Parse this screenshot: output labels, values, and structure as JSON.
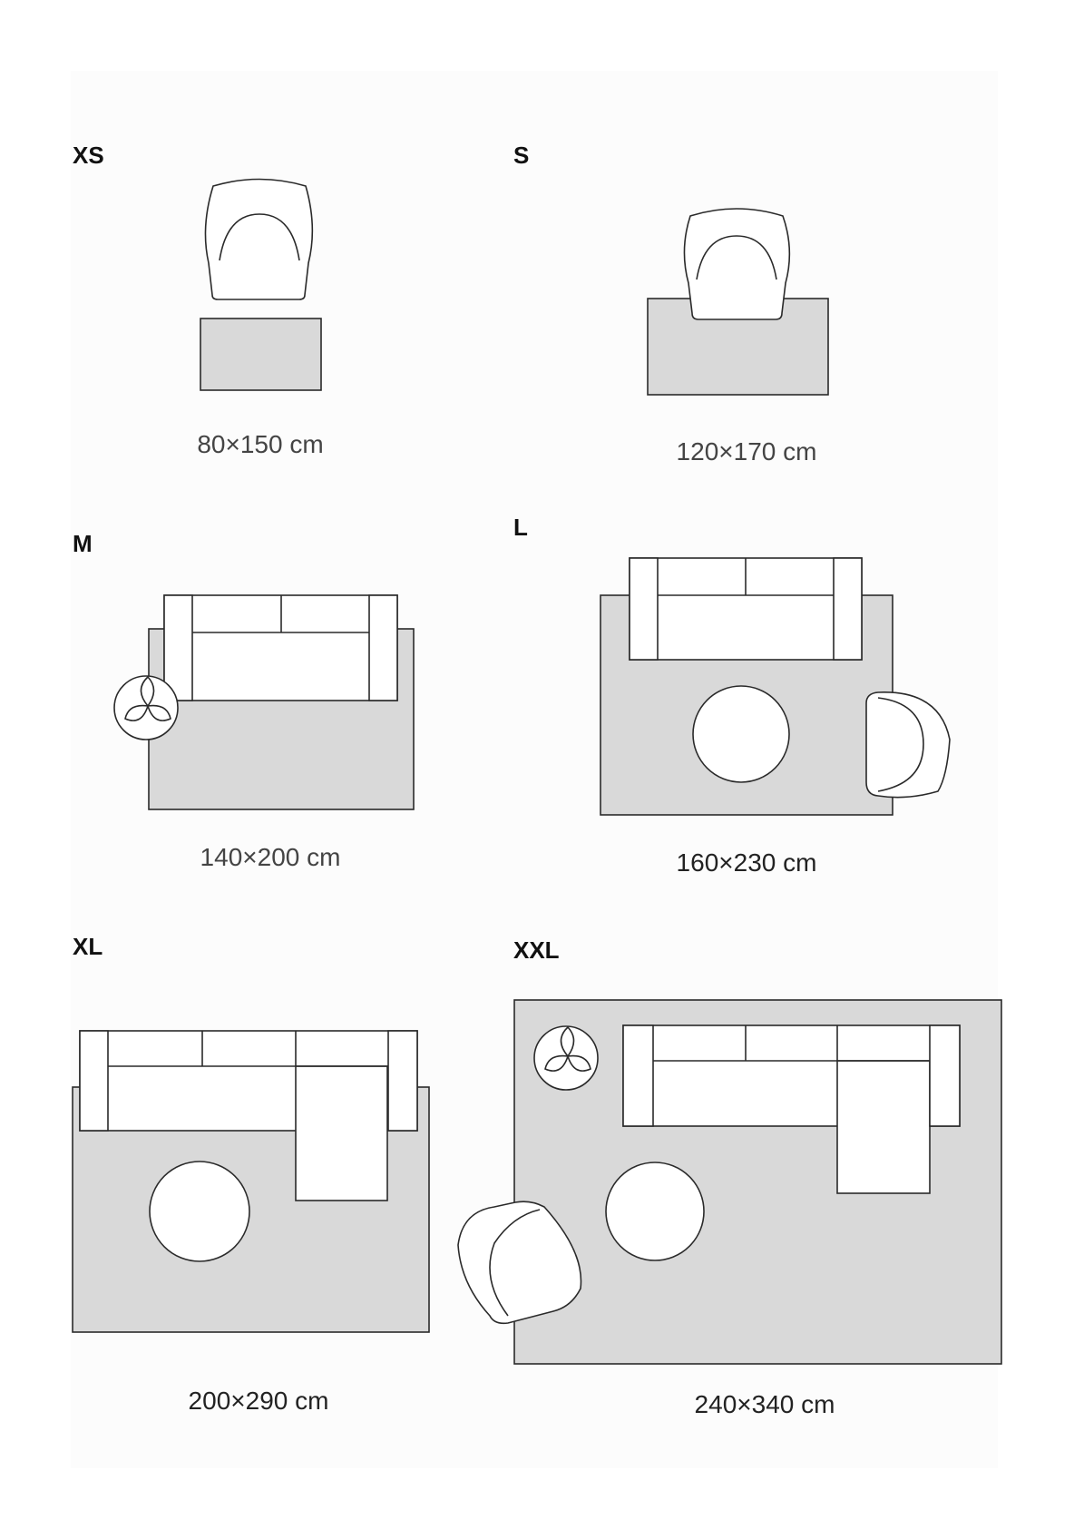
{
  "sizes": [
    {
      "code": "XS",
      "dimensions": "80×150 cm"
    },
    {
      "code": "S",
      "dimensions": "120×170 cm"
    },
    {
      "code": "M",
      "dimensions": "140×200 cm"
    },
    {
      "code": "L",
      "dimensions": "160×230 cm"
    },
    {
      "code": "XL",
      "dimensions": "200×290 cm"
    },
    {
      "code": "XXL",
      "dimensions": "240×340 cm"
    }
  ],
  "colors": {
    "rug": "#d9d9d9",
    "furniture": "#ffffff",
    "outline": "#2a2a2a"
  }
}
